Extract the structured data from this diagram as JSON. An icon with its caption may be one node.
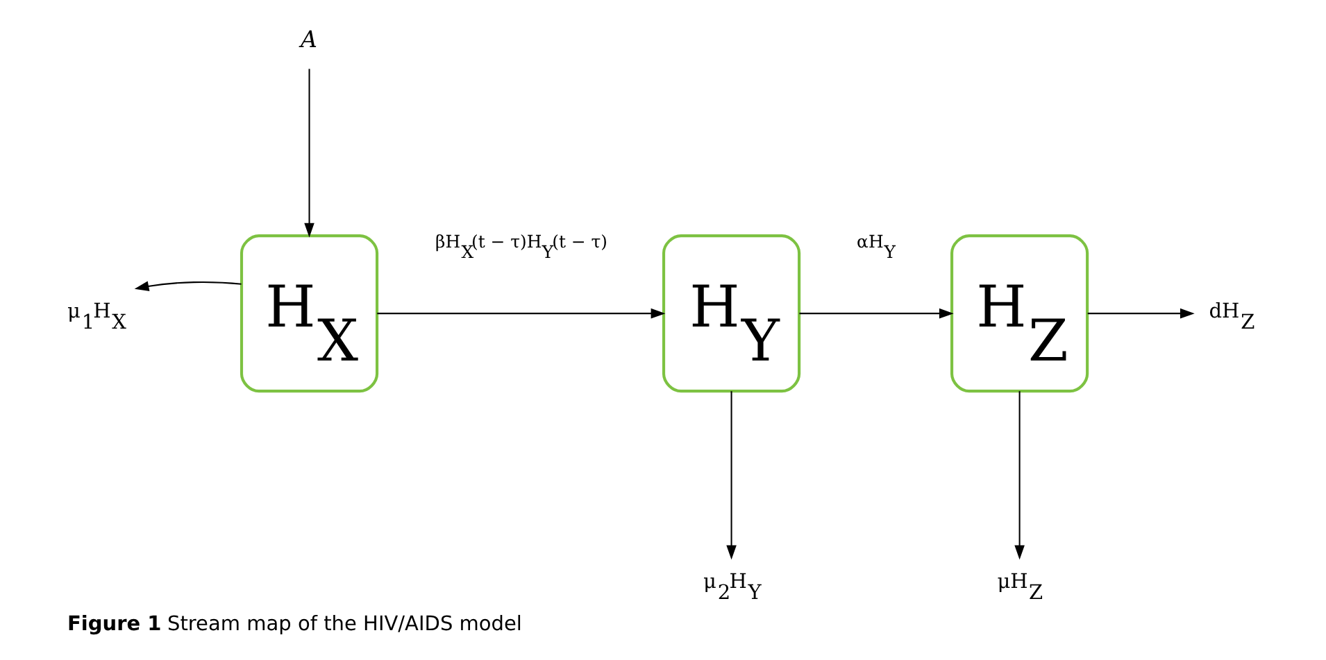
{
  "diagram": {
    "caption": "**Figure 1** Stream map of the HIV/AIDS model",
    "nodes": [
      {
        "text": [
          "A"
        ]
      },
      {
        "text": [
          "μ$_{2}$H$_{Y}$"
        ]
      },
      {
        "text": [
          "μ$_{1}$H$_{X}$"
        ]
      },
      {
        "text": [
          "H$_{X}$"
        ]
      },
      {
        "text": [
          "H$_{Y}$"
        ]
      },
      {
        "text": [
          "H$_{Z}$"
        ]
      },
      {
        "text": [
          "dH$_{Z}$"
        ]
      },
      {
        "text": [
          "μH$_{Z}$"
        ]
      }
    ],
    "edges": [
      {
        "from": 0,
        "to": 3,
        "arrow": "to"
      },
      {
        "from": 3,
        "to": 2,
        "arrow": "to"
      },
      {
        "from": 3,
        "to": 4,
        "arrow": "to",
        "label": "βH$_{X}$(t − τ)H$_{Y}$(t − τ)"
      },
      {
        "from": 4,
        "to": 1,
        "arrow": "to"
      },
      {
        "from": 4,
        "to": 5,
        "arrow": "to",
        "label": "αH$_{Y}$"
      },
      {
        "from": 5,
        "to": 6,
        "arrow": "to"
      },
      {
        "from": 5,
        "to": 7,
        "arrow": "to"
      }
    ]
  }
}
